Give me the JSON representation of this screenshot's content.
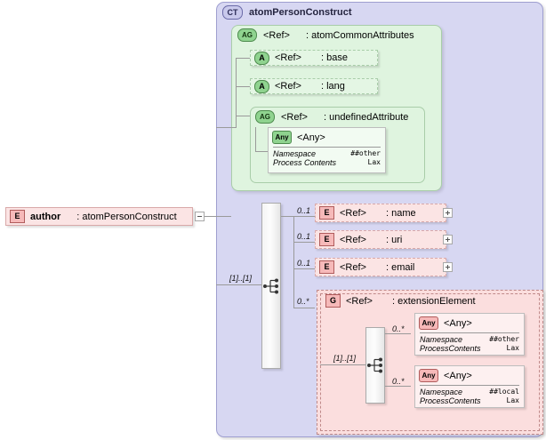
{
  "diagram": {
    "kind": "xml-schema-diagram",
    "root_element": {
      "badge": "E",
      "name": "author",
      "type": ": atomPersonConstruct",
      "toggle": "minus"
    },
    "complex_type": {
      "badge": "CT",
      "title": "atomPersonConstruct"
    },
    "attribute_group": {
      "badge": "AG",
      "ref": "<Ref>",
      "type": ": atomCommonAttributes",
      "attributes": [
        {
          "badge": "A",
          "ref": "<Ref>",
          "type": ": base"
        },
        {
          "badge": "A",
          "ref": "<Ref>",
          "type": ": lang"
        }
      ],
      "nested_group": {
        "badge": "AG",
        "ref": "<Ref>",
        "type": ": undefinedAttribute",
        "any": {
          "badge": "Any",
          "title": "<Any>",
          "rows": [
            {
              "key": "Namespace",
              "value": "##other"
            },
            {
              "key": "Process Contents",
              "value": "Lax"
            }
          ]
        }
      }
    },
    "sequence": {
      "icon": "sequence-icon",
      "cardinality": "[1]..[1]"
    },
    "elements": [
      {
        "badge": "E",
        "ref": "<Ref>",
        "type": ": name",
        "cardinality": "0..1",
        "toggle": "plus"
      },
      {
        "badge": "E",
        "ref": "<Ref>",
        "type": ": uri",
        "cardinality": "0..1",
        "toggle": "plus"
      },
      {
        "badge": "E",
        "ref": "<Ref>",
        "type": ": email",
        "cardinality": "0..1",
        "toggle": "plus"
      }
    ],
    "extension_group": {
      "badge": "G",
      "ref": "<Ref>",
      "type": ": extensionElement",
      "cardinality": "0..*",
      "sequence": {
        "icon": "sequence-icon",
        "cardinality": "[1]..[1]"
      },
      "anys": [
        {
          "badge": "Any",
          "title": "<Any>",
          "cardinality": "0..*",
          "rows": [
            {
              "key": "Namespace",
              "value": "##other"
            },
            {
              "key": "ProcessContents",
              "value": "Lax"
            }
          ]
        },
        {
          "badge": "Any",
          "title": "<Any>",
          "cardinality": "0..*",
          "rows": [
            {
              "key": "Namespace",
              "value": "##local"
            },
            {
              "key": "ProcessContents",
              "value": "Lax"
            }
          ]
        }
      ]
    },
    "colors": {
      "complex_type_fill": "#d7d7f2",
      "attribute_fill": "#dff4df",
      "element_fill": "#fbe4e4",
      "group_fill": "#fbdede",
      "line": "#9a9a9a"
    }
  }
}
